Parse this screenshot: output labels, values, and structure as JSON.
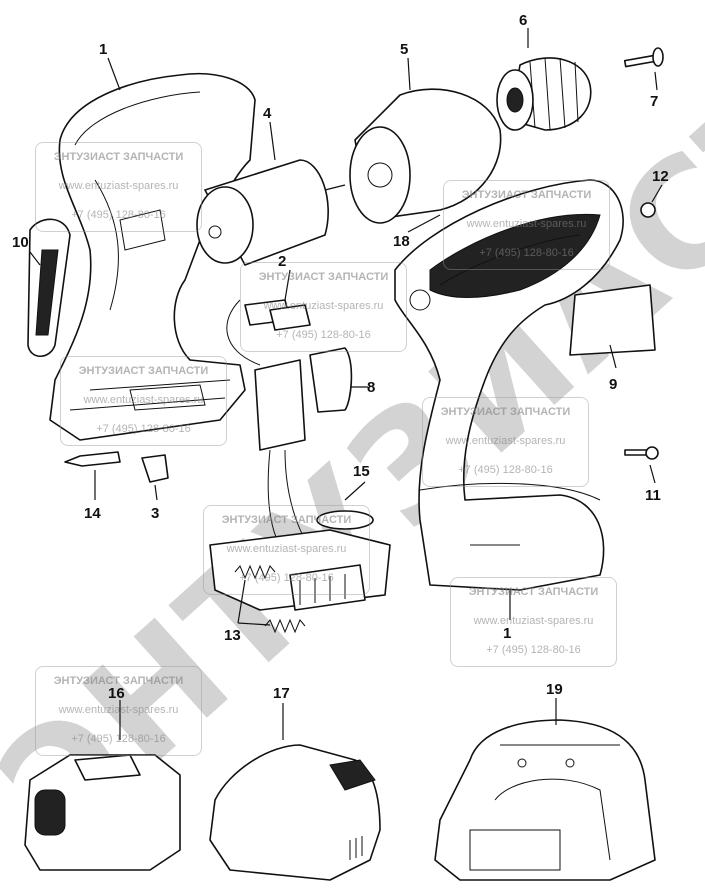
{
  "diagram": {
    "title_watermark": "ЭНТУЗИАСТ",
    "watermark": {
      "company": "ЭНТУЗИАСТ ЗАПЧАСТИ",
      "website": "www.entuziast-spares.ru",
      "phone": "+7 (495) 128-80-16"
    },
    "part_labels": {
      "p1_top": "1",
      "p2": "2",
      "p3": "3",
      "p4": "4",
      "p5": "5",
      "p6": "6",
      "p7": "7",
      "p8": "8",
      "p9": "9",
      "p10": "10",
      "p11": "11",
      "p12": "12",
      "p13": "13",
      "p14": "14",
      "p15": "15",
      "p16": "16",
      "p17": "17",
      "p18": "18",
      "p19": "19",
      "p1_bottom": "1"
    }
  }
}
